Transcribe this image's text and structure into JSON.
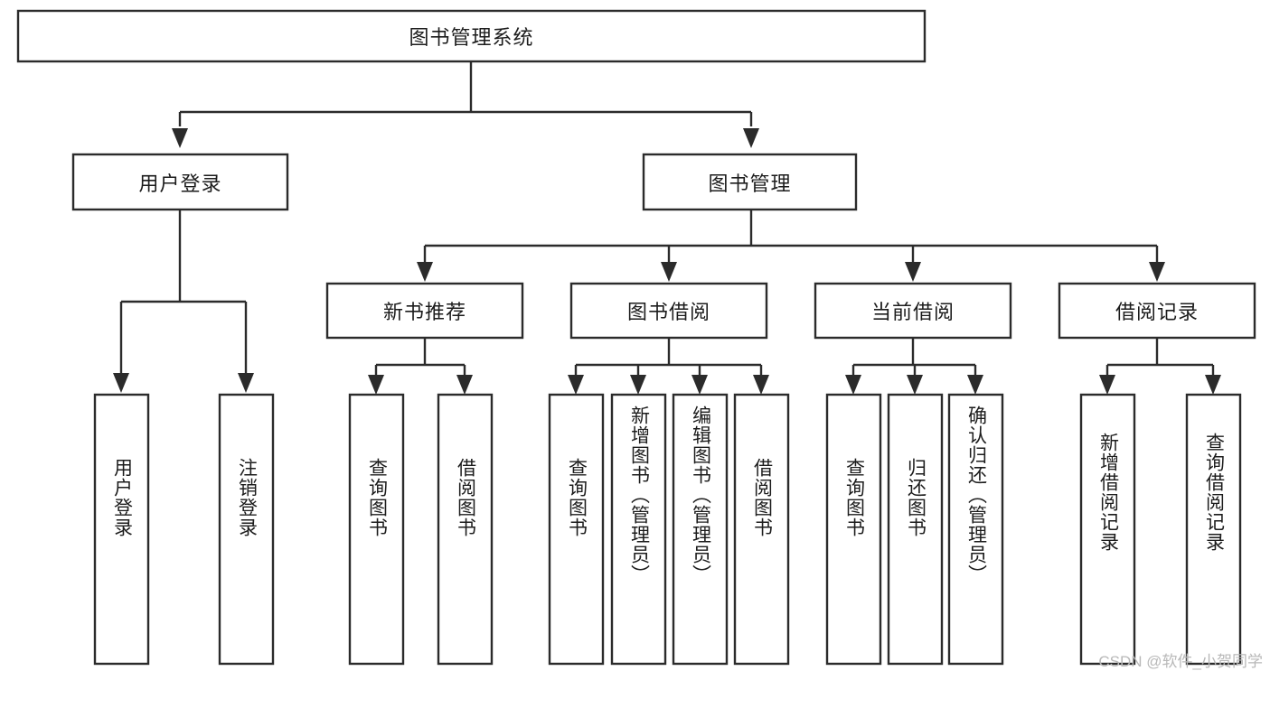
{
  "diagram": {
    "type": "tree-hierarchy",
    "title": "图书管理系统",
    "orientation": "top-down",
    "colors": {
      "box_stroke": "#2b2b2b",
      "box_fill": "#ffffff",
      "text": "#1c1c1c",
      "connector": "#2b2b2b",
      "watermark": "#b8b8b8",
      "background": "#ffffff"
    },
    "root": {
      "id": "root",
      "label": "图书管理系统",
      "orientation": "horizontal"
    },
    "level1": [
      {
        "id": "user-login",
        "label": "用户登录",
        "orientation": "horizontal"
      },
      {
        "id": "book-management",
        "label": "图书管理",
        "orientation": "horizontal"
      }
    ],
    "level2": [
      {
        "id": "new-book-recommend",
        "label": "新书推荐",
        "orientation": "horizontal",
        "parent": "book-management"
      },
      {
        "id": "book-borrow",
        "label": "图书借阅",
        "orientation": "horizontal",
        "parent": "book-management"
      },
      {
        "id": "current-borrow",
        "label": "当前借阅",
        "orientation": "horizontal",
        "parent": "book-management"
      },
      {
        "id": "borrow-record",
        "label": "借阅记录",
        "orientation": "horizontal",
        "parent": "book-management"
      }
    ],
    "leaves": [
      {
        "id": "leaf-user-login",
        "label": "用户登录",
        "orientation": "vertical",
        "parent": "user-login"
      },
      {
        "id": "leaf-logout-login",
        "label": "注销登录",
        "orientation": "vertical",
        "parent": "user-login"
      },
      {
        "id": "leaf-query-book-1",
        "label": "查询图书",
        "orientation": "vertical",
        "parent": "new-book-recommend"
      },
      {
        "id": "leaf-borrow-book-1",
        "label": "借阅图书",
        "orientation": "vertical",
        "parent": "new-book-recommend"
      },
      {
        "id": "leaf-query-book-2",
        "label": "查询图书",
        "orientation": "vertical",
        "parent": "book-borrow"
      },
      {
        "id": "leaf-add-book",
        "label": "新增图书（管理员）",
        "orientation": "vertical",
        "parent": "book-borrow"
      },
      {
        "id": "leaf-edit-book",
        "label": "编辑图书（管理员）",
        "orientation": "vertical",
        "parent": "book-borrow"
      },
      {
        "id": "leaf-borrow-book-2",
        "label": "借阅图书",
        "orientation": "vertical",
        "parent": "book-borrow"
      },
      {
        "id": "leaf-query-book-3",
        "label": "查询图书",
        "orientation": "vertical",
        "parent": "current-borrow"
      },
      {
        "id": "leaf-return-book",
        "label": "归还图书",
        "orientation": "vertical",
        "parent": "current-borrow"
      },
      {
        "id": "leaf-confirm-return",
        "label": "确认归还（管理员）",
        "orientation": "vertical",
        "parent": "current-borrow"
      },
      {
        "id": "leaf-add-record",
        "label": "新增借阅记录",
        "orientation": "vertical",
        "parent": "borrow-record"
      },
      {
        "id": "leaf-query-record",
        "label": "查询借阅记录",
        "orientation": "vertical",
        "parent": "borrow-record"
      }
    ]
  },
  "watermark": {
    "text": "CSDN @软件_小贺同学"
  }
}
